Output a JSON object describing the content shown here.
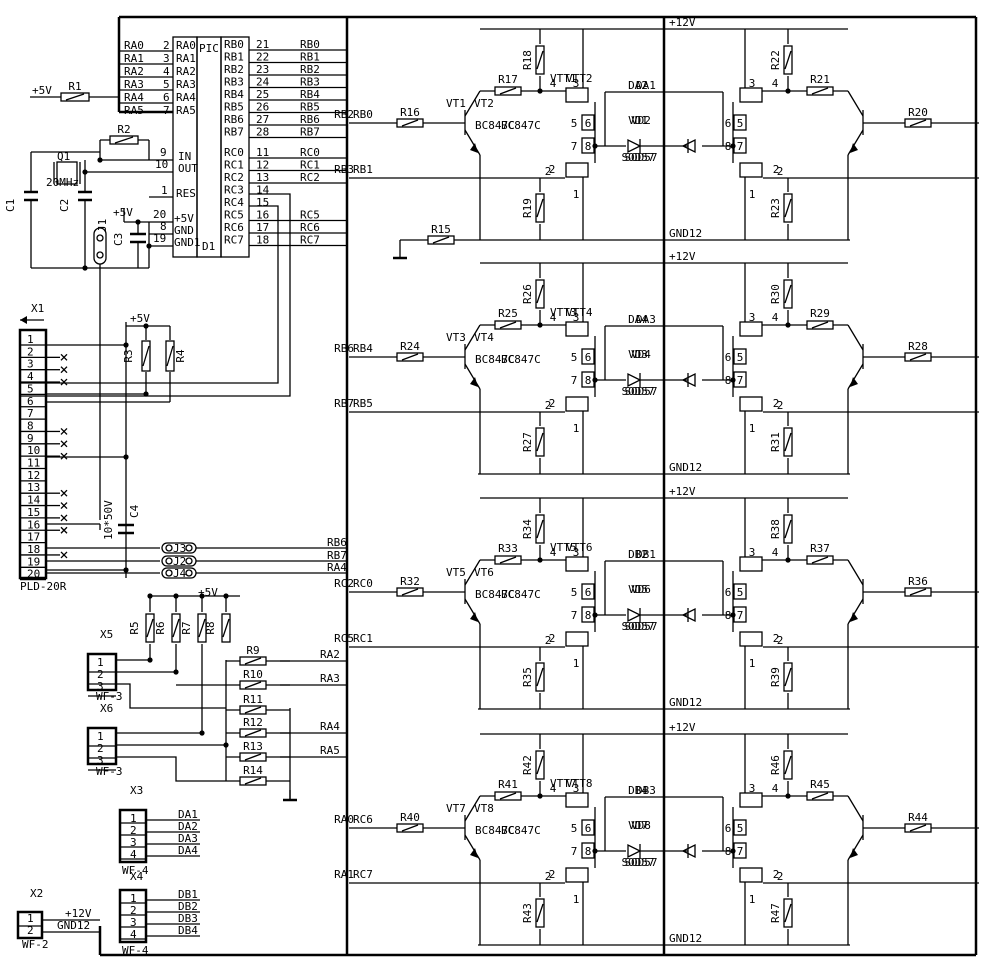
{
  "mcu": {
    "part": "PIC",
    "ref": "D1",
    "left_pins": [
      {
        "net": "RA0",
        "num": "2",
        "name": "RA0"
      },
      {
        "net": "RA1",
        "num": "3",
        "name": "RA1"
      },
      {
        "net": "RA2",
        "num": "4",
        "name": "RA2"
      },
      {
        "net": "RA3",
        "num": "5",
        "name": "RA3"
      },
      {
        "net": "RA4",
        "num": "6",
        "name": "RA4"
      },
      {
        "net": "RA5",
        "num": "7",
        "name": "RA5"
      }
    ],
    "right_pins_b": [
      {
        "name": "RB0",
        "num": "21",
        "net": "RB0"
      },
      {
        "name": "RB1",
        "num": "22",
        "net": "RB1"
      },
      {
        "name": "RB2",
        "num": "23",
        "net": "RB2"
      },
      {
        "name": "RB3",
        "num": "24",
        "net": "RB3"
      },
      {
        "name": "RB4",
        "num": "25",
        "net": "RB4"
      },
      {
        "name": "RB5",
        "num": "26",
        "net": "RB5"
      },
      {
        "name": "RB6",
        "num": "27",
        "net": "RB6"
      },
      {
        "name": "RB7",
        "num": "28",
        "net": "RB7"
      }
    ],
    "right_pins_c": [
      {
        "name": "RC0",
        "num": "11",
        "net": "RC0"
      },
      {
        "name": "RC1",
        "num": "12",
        "net": "RC1"
      },
      {
        "name": "RC2",
        "num": "13",
        "net": "RC2"
      },
      {
        "name": "RC3",
        "num": "14",
        "net": ""
      },
      {
        "name": "RC4",
        "num": "15",
        "net": ""
      },
      {
        "name": "RC5",
        "num": "16",
        "net": "RC5"
      },
      {
        "name": "RC6",
        "num": "17",
        "net": "RC6"
      },
      {
        "name": "RC7",
        "num": "18",
        "net": "RC7"
      }
    ],
    "misc_pins": [
      {
        "name": "IN",
        "num": "9"
      },
      {
        "name": "OUT",
        "num": "10"
      },
      {
        "name": "RES",
        "num": "1"
      },
      {
        "name": "+5V",
        "num": "20"
      },
      {
        "name": "GND",
        "num": "8"
      },
      {
        "name": "GND1",
        "num": "19"
      }
    ]
  },
  "clock": {
    "r1": "R1",
    "r1_net": "+5V",
    "r2": "R2",
    "q": "Q1",
    "freq": "20MHz",
    "c1": "C1",
    "c2": "C2",
    "c3": "C3",
    "j": "J1",
    "vcc": "+5V"
  },
  "x1": {
    "ref": "X1",
    "type": "PLD-20R",
    "pins": [
      "1",
      "2",
      "3",
      "4",
      "5",
      "6",
      "7",
      "8",
      "9",
      "10",
      "11",
      "12",
      "13",
      "14",
      "15",
      "16",
      "17",
      "18",
      "19",
      "20"
    ],
    "r3": "R3",
    "r4": "R4",
    "vcc": "+5V",
    "c4": "C4",
    "c4_val": "10*50V",
    "jumpers": [
      {
        "ref": "J3",
        "net": "RB6"
      },
      {
        "ref": "J2",
        "net": "RB7"
      },
      {
        "ref": "J4",
        "net": "RA4"
      }
    ]
  },
  "inputs": {
    "pullups": [
      "R5",
      "R6",
      "R7",
      "R8"
    ],
    "vcc": "+5V",
    "series": [
      {
        "ref": "R9",
        "net": "RA2"
      },
      {
        "ref": "R10",
        "net": "RA3"
      },
      {
        "ref": "R11",
        "net": ""
      },
      {
        "ref": "R12",
        "net": "RA4"
      },
      {
        "ref": "R13",
        "net": "RA5"
      },
      {
        "ref": "R14",
        "net": ""
      }
    ],
    "x5": {
      "ref": "X5",
      "type": "WF-3",
      "pins": [
        "1",
        "2",
        "3"
      ]
    },
    "x6": {
      "ref": "X6",
      "type": "WF-3",
      "pins": [
        "1",
        "2",
        "3"
      ]
    }
  },
  "x3": {
    "ref": "X3",
    "type": "WF-4",
    "pins": [
      "1",
      "2",
      "3",
      "4"
    ],
    "nets": [
      "DA1",
      "DA2",
      "DA3",
      "DA4"
    ]
  },
  "x4": {
    "ref": "X4",
    "type": "WF-4",
    "pins": [
      "1",
      "2",
      "3",
      "4"
    ],
    "nets": [
      "DB1",
      "DB2",
      "DB3",
      "DB4"
    ]
  },
  "x2": {
    "ref": "X2",
    "type": "WF-2",
    "pins": [
      "1",
      "2"
    ],
    "nets": [
      "+12V",
      "GND12"
    ]
  },
  "rails": {
    "vcc": "+12V",
    "gnd": "GND12",
    "tr_type": "BC847C",
    "diode_type": "SOD57",
    "sub_pins": [
      "1",
      "2",
      "3",
      "4",
      "5",
      "6",
      "7",
      "8"
    ]
  },
  "blocks": [
    {
      "L": {
        "vt": "VT1",
        "rb": "R16",
        "ru": "R18",
        "rc": "R17",
        "rd": "R19",
        "vtt": "VTT1",
        "vd": "VD1",
        "in1": "RB0",
        "in2": "RB1",
        "out": "DA1",
        "rg": "R15"
      },
      "R": {
        "vt": "VT2",
        "rb": "R20",
        "ru": "R22",
        "rc": "R21",
        "rd": "R23",
        "vtt": "VTT2",
        "vd": "VD2",
        "in1": "RB2",
        "in2": "RB3",
        "out": "DA2"
      }
    },
    {
      "L": {
        "vt": "VT3",
        "rb": "R24",
        "ru": "R26",
        "rc": "R25",
        "rd": "R27",
        "vtt": "VTT3",
        "vd": "VD3",
        "in1": "RB4",
        "in2": "RB5",
        "out": "DA3"
      },
      "R": {
        "vt": "VT4",
        "rb": "R28",
        "ru": "R30",
        "rc": "R29",
        "rd": "R31",
        "vtt": "VTT4",
        "vd": "VD4",
        "in1": "RB6",
        "in2": "RB7",
        "out": "DA4"
      }
    },
    {
      "L": {
        "vt": "VT5",
        "rb": "R32",
        "ru": "R34",
        "rc": "R33",
        "rd": "R35",
        "vtt": "VTT5",
        "vd": "VD5",
        "in1": "RC0",
        "in2": "RC1",
        "out": "DB1"
      },
      "R": {
        "vt": "VT6",
        "rb": "R36",
        "ru": "R38",
        "rc": "R37",
        "rd": "R39",
        "vtt": "VTT6",
        "vd": "VD6",
        "in1": "RC2",
        "in2": "RC5",
        "out": "DB2"
      }
    },
    {
      "L": {
        "vt": "VT7",
        "rb": "R40",
        "ru": "R42",
        "rc": "R41",
        "rd": "R43",
        "vtt": "VTT7",
        "vd": "VD7",
        "in1": "RC6",
        "in2": "RC7",
        "out": "DB3"
      },
      "R": {
        "vt": "VT8",
        "rb": "R44",
        "ru": "R46",
        "rc": "R45",
        "rd": "R47",
        "vtt": "VTT8",
        "vd": "VD8",
        "in1": "RA0",
        "in2": "RA1",
        "out": "DB4"
      }
    }
  ]
}
